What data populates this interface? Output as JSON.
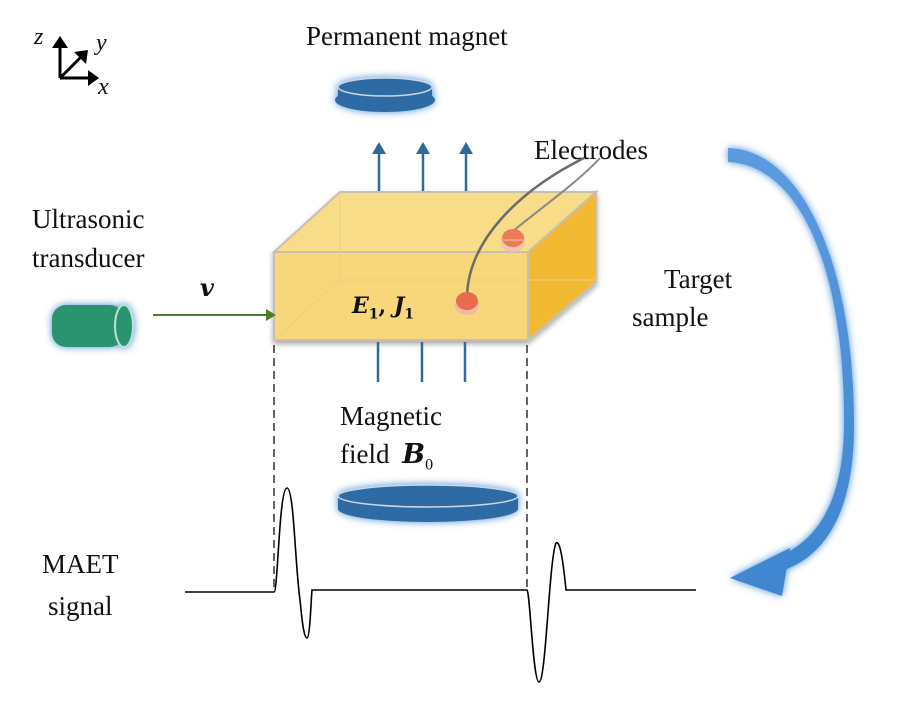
{
  "axes": {
    "z": "z",
    "y": "y",
    "x": "x"
  },
  "labels": {
    "permanent_magnet": "Permanent magnet",
    "electrodes": "Electrodes",
    "transducer_line1": "Ultrasonic",
    "transducer_line2": "transducer",
    "velocity": "v",
    "target_line1": "Target",
    "target_line2": "sample",
    "field_line1": "Magnetic",
    "field_line2": "field",
    "field_symbol": "B",
    "field_subscript": "0",
    "sample_E": "E",
    "sample_E_sub": "1",
    "sample_sep": ", ",
    "sample_J": "J",
    "sample_J_sub": "1",
    "signal_line1": "MAET",
    "signal_line2": "signal"
  },
  "colors": {
    "magnet": "#2e6aa3",
    "magnet_edge": "#c9d8e8",
    "field_arrow": "#2f6a9c",
    "sample_front": "#f7d77a",
    "sample_top": "#f8dc87",
    "sample_side": "#f2b933",
    "sample_edge": "#c6c0b0",
    "transducer": "#2a9470",
    "velocity_arrow": "#4f7f2a",
    "electrode": "#ea6a4f",
    "wire": "#666666",
    "curved_arrow": "#4a8fd6",
    "signal": "#000000"
  }
}
